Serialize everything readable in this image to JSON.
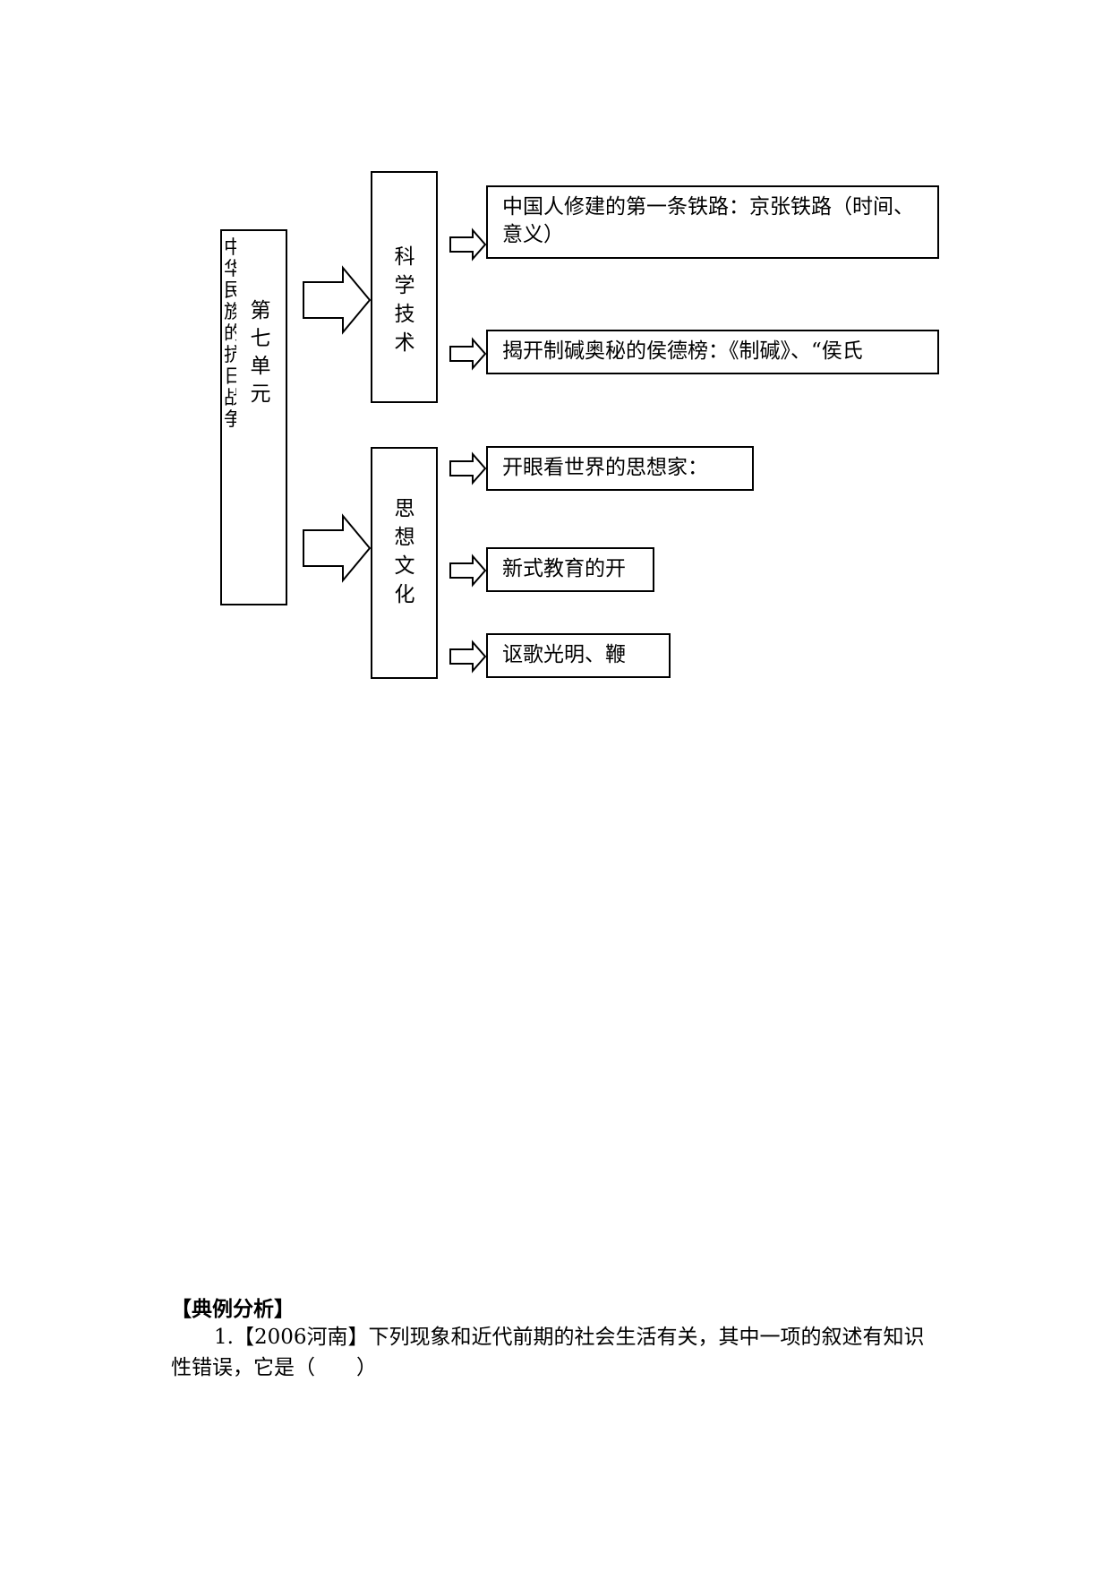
{
  "diagram": {
    "root": {
      "label_chars": [
        "第",
        "七",
        "单",
        "元"
      ],
      "clipped_label_chars": [
        "中",
        "华",
        "民",
        "族",
        "的",
        "抗",
        "日",
        "战",
        "争"
      ]
    },
    "branches": [
      {
        "label_chars": [
          "科",
          "学",
          "技",
          "术"
        ],
        "leaves": [
          "中国人修建的第一条铁路：京张铁路（时间、意义）",
          "揭开制碱奥秘的侯德榜：《制碱》、“侯氏"
        ]
      },
      {
        "label_chars": [
          "思",
          "想",
          "文",
          "化"
        ],
        "leaves": [
          "开眼看世界的思想家：",
          "新式教育的开",
          "讴歌光明、鞭"
        ]
      }
    ]
  },
  "section": {
    "heading": "【典例分析】",
    "question_number": "1.",
    "question_source": "【2006河南】",
    "question_text": "下列现象和近代前期的社会生活有关，其中一项的叙述有知识性错误，它是（　　）"
  }
}
